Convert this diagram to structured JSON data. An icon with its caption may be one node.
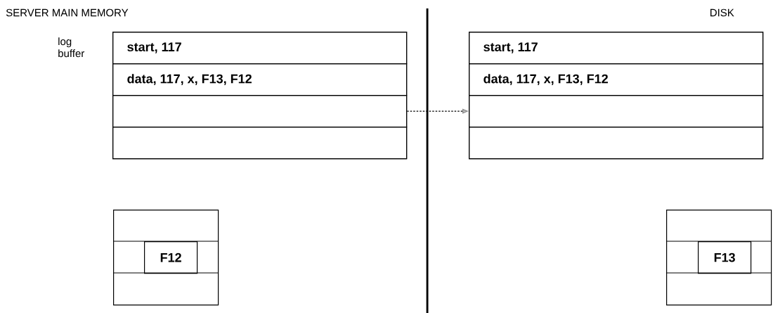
{
  "diagram": {
    "nodes": [
      {
        "text": [],
        "shape": "box",
        "beside": [
          "log buffer"
        ]
      },
      {
        "text": [
          "start, 117"
        ],
        "in": 0
      },
      {
        "text": [
          "data, 117, x, F13, F12"
        ],
        "in": 0
      },
      {
        "text": [],
        "shape": "box",
        "in": 0
      },
      {
        "text": [],
        "shape": "box",
        "in": 0
      },
      {
        "text": [],
        "shape": "box"
      },
      {
        "text": [
          "start, 117"
        ],
        "in": 5
      },
      {
        "text": [
          "data, 117, x, F13, F12"
        ],
        "in": 5
      },
      {
        "text": [],
        "shape": "box",
        "in": 5
      },
      {
        "text": [],
        "shape": "box",
        "in": 5
      },
      {
        "text": [],
        "shape": "box"
      },
      {
        "text": [
          "F12"
        ],
        "in": 10
      },
      {
        "text": [],
        "shape": "box"
      },
      {
        "text": [
          "F13"
        ],
        "in": 12
      }
    ],
    "edges": [
      {
        "from": 3,
        "to": 8,
        "arrow": "to",
        "style": "dashed"
      }
    ],
    "labels": [
      "SERVER MAIN MEMORY",
      "DISK"
    ]
  }
}
